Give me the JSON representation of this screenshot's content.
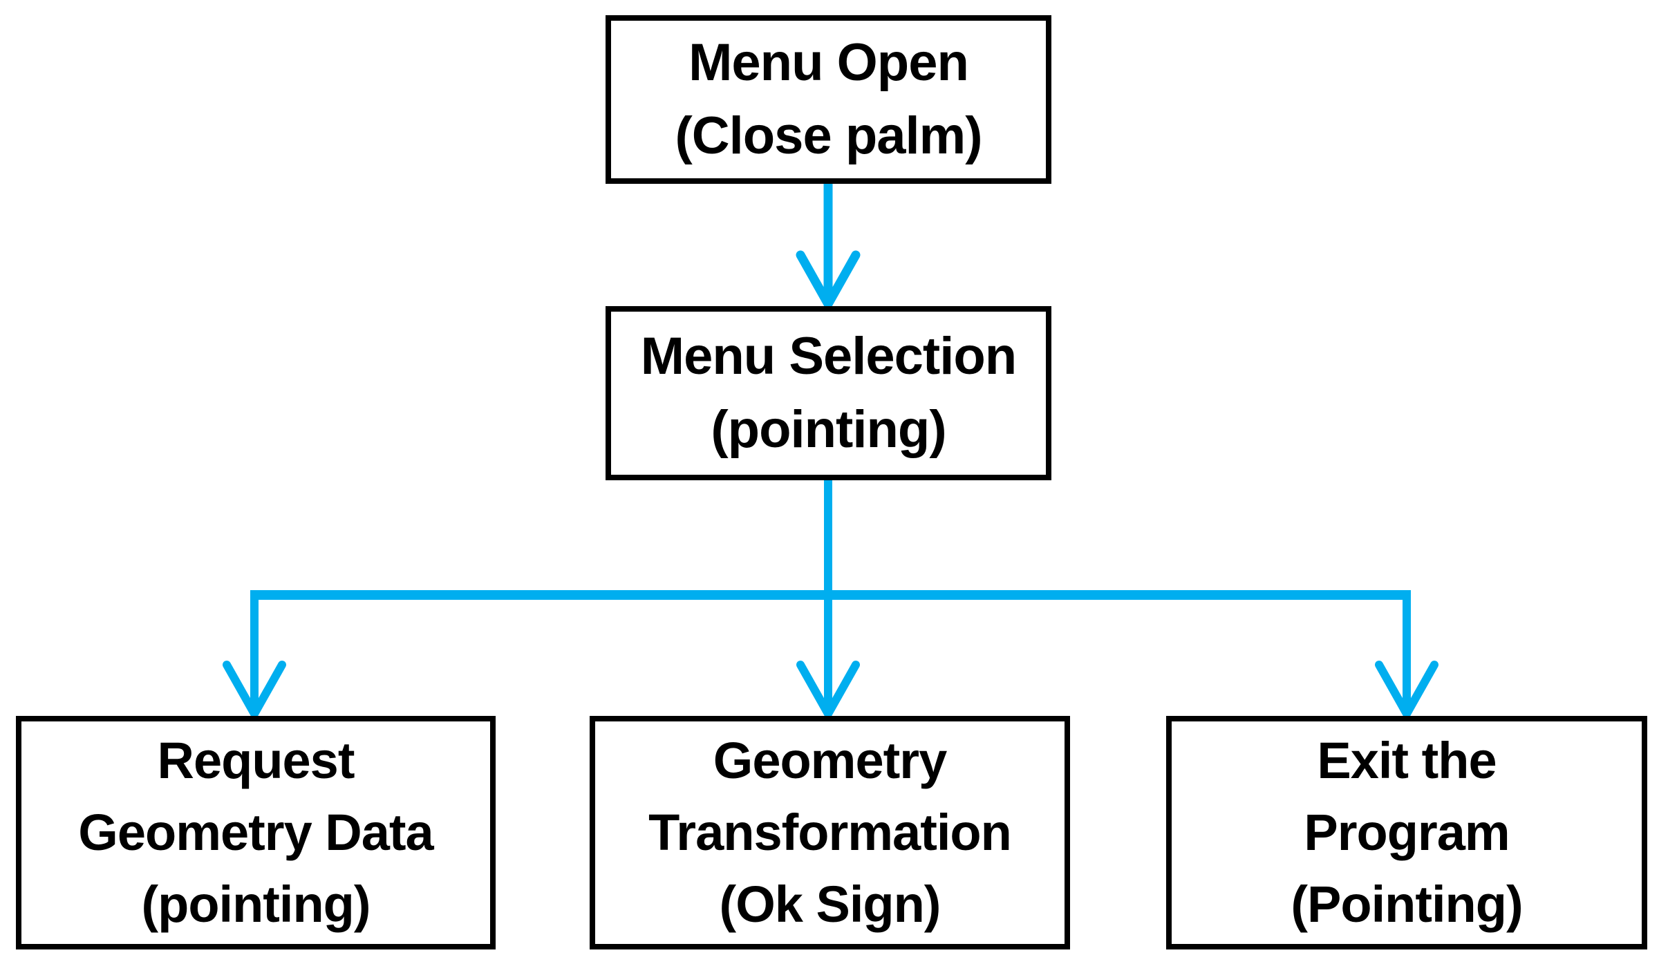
{
  "diagram": {
    "type": "flowchart",
    "background_color": "#ffffff",
    "arrow_color": "#00AEEF",
    "box_border_color": "#000000",
    "box_fill_color": "#ffffff",
    "text_color": "#000000",
    "nodes": [
      {
        "id": "menu-open",
        "lines": [
          "Menu Open",
          "(Close palm)"
        ]
      },
      {
        "id": "menu-selection",
        "lines": [
          "Menu Selection",
          "(pointing)"
        ]
      },
      {
        "id": "request-geometry-data",
        "lines": [
          "Request",
          "Geometry Data",
          "(pointing)"
        ]
      },
      {
        "id": "geometry-transformation",
        "lines": [
          "Geometry",
          "Transformation",
          "(Ok Sign)"
        ]
      },
      {
        "id": "exit-the-program",
        "lines": [
          "Exit the",
          "Program",
          "(Pointing)"
        ]
      }
    ],
    "edges": [
      {
        "from": "menu-open",
        "to": "menu-selection"
      },
      {
        "from": "menu-selection",
        "to": "request-geometry-data"
      },
      {
        "from": "menu-selection",
        "to": "geometry-transformation"
      },
      {
        "from": "menu-selection",
        "to": "exit-the-program"
      }
    ]
  }
}
